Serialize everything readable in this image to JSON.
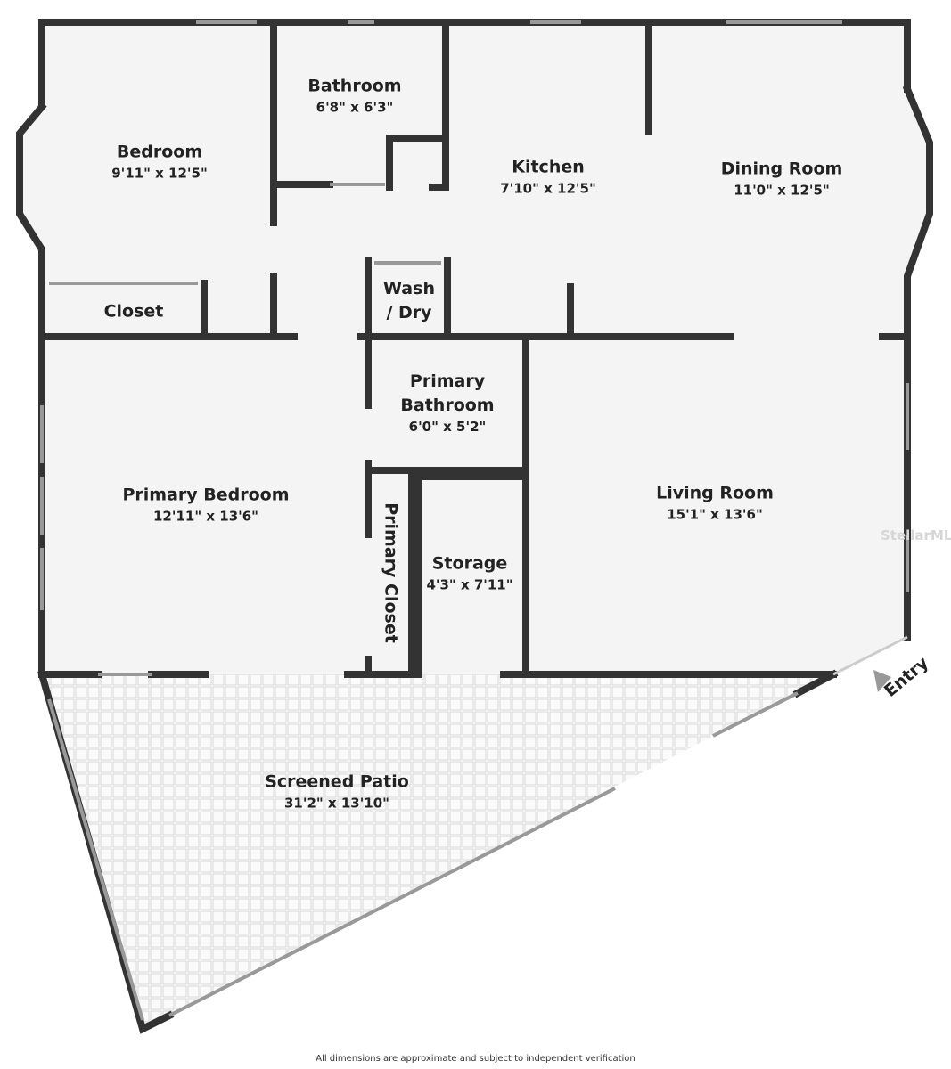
{
  "rooms": [
    {
      "name": "Bedroom",
      "dim": "9'11\" x 12'5\""
    },
    {
      "name": "Bathroom",
      "dim": "6'8\" x 6'3\""
    },
    {
      "name": "Kitchen",
      "dim": "7'10\" x 12'5\""
    },
    {
      "name": "Dining Room",
      "dim": "11'0\" x 12'5\""
    },
    {
      "name": "Closet"
    },
    {
      "name": "Wash",
      "name2": "/ Dry"
    },
    {
      "name": "Primary",
      "name2": "Bathroom",
      "dim": "6'0\" x 5'2\""
    },
    {
      "name": "Primary Bedroom",
      "dim": "12'11\" x 13'6\""
    },
    {
      "name": "Living Room",
      "dim": "15'1\" x 13'6\""
    },
    {
      "name": "Primary Closet"
    },
    {
      "name": "Storage",
      "dim": "4'3\" x 7'11\""
    },
    {
      "name": "Screened Patio",
      "dim": "31'2\" x 13'10\""
    }
  ],
  "entry_label": "Entry",
  "watermark": "StellarMLS",
  "footer": "All dimensions are approximate and subject to independent verification",
  "colors": {
    "wall": "#333333",
    "floor": "#f4f4f4"
  }
}
